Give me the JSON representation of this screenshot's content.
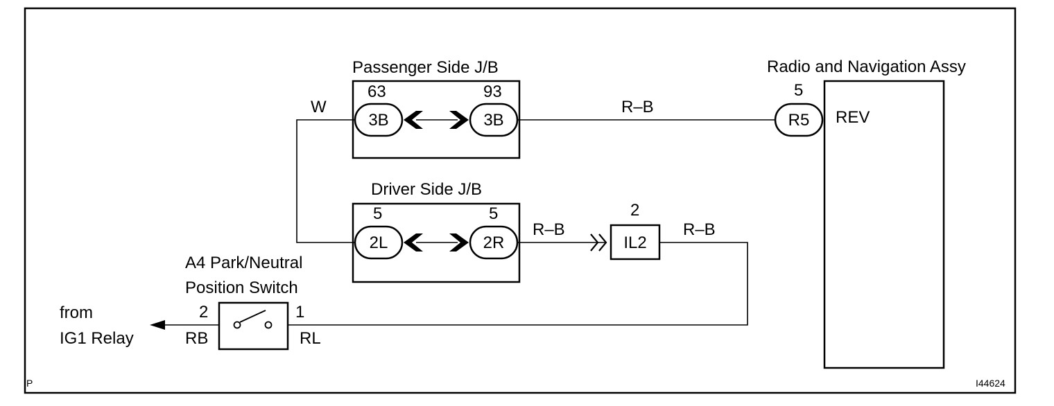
{
  "frame": {
    "corner_left": "P",
    "corner_right": "I44624"
  },
  "passenger_jb": {
    "title": "Passenger Side J/B",
    "left_pin": "63",
    "left_connector": "3B",
    "right_pin": "93",
    "right_connector": "3B"
  },
  "driver_jb": {
    "title": "Driver Side J/B",
    "left_pin": "5",
    "left_connector": "2L",
    "right_pin": "5",
    "right_connector": "2R"
  },
  "radio": {
    "title": "Radio and Navigation Assy",
    "pin": "5",
    "connector": "R5",
    "terminal": "REV"
  },
  "junction": {
    "pin": "2",
    "connector": "IL2"
  },
  "switch": {
    "title_line1": "A4 Park/Neutral",
    "title_line2": "Position Switch",
    "pin_left": "2",
    "pin_right": "1"
  },
  "wires": {
    "w": "W",
    "rb_top": "R–B",
    "rb_mid": "R–B",
    "rb_right": "R–B",
    "rb_switch": "RB",
    "rl_switch": "RL"
  },
  "source": {
    "line1": "from",
    "line2": "IG1 Relay"
  }
}
